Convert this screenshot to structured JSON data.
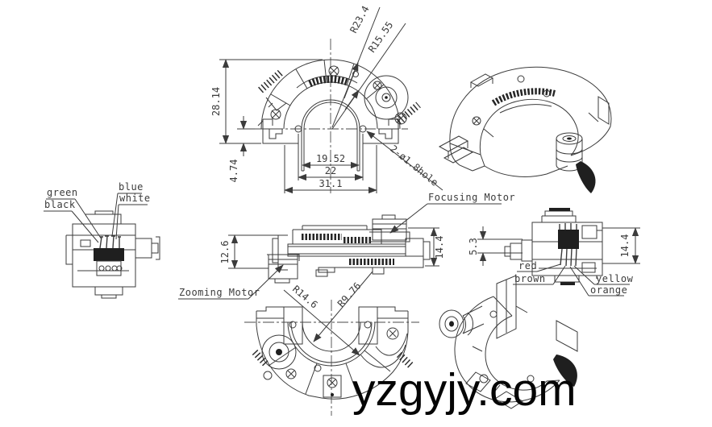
{
  "watermark": "yzgyjy.com",
  "front_view": {
    "dim_height": "28.14",
    "dim_offset": "4.74",
    "dim_inner_width": "19.52",
    "dim_hole_spacing": "22",
    "dim_overall_width": "31.1",
    "radius_outer": "R23.4",
    "radius_mid": "R15.55",
    "hole_note": "2-ø1.8hole"
  },
  "side_view": {
    "dim_left_height": "12.6",
    "dim_right_height": "14.4",
    "focusing_label": "Focusing Motor",
    "zooming_label": "Zooming Motor"
  },
  "right_view": {
    "dim_step": "5.3",
    "dim_height": "14.4",
    "wires": [
      "red",
      "brown",
      "yellow",
      "orange"
    ]
  },
  "left_view": {
    "wires": [
      "green",
      "black",
      "blue",
      "white"
    ]
  },
  "bottom_view": {
    "radius_outer": "R14.6",
    "radius_inner": "R9.76"
  },
  "colors": {
    "line": "#3b3b3b",
    "dark": "#1f1f1f",
    "watermark": "#050505"
  }
}
